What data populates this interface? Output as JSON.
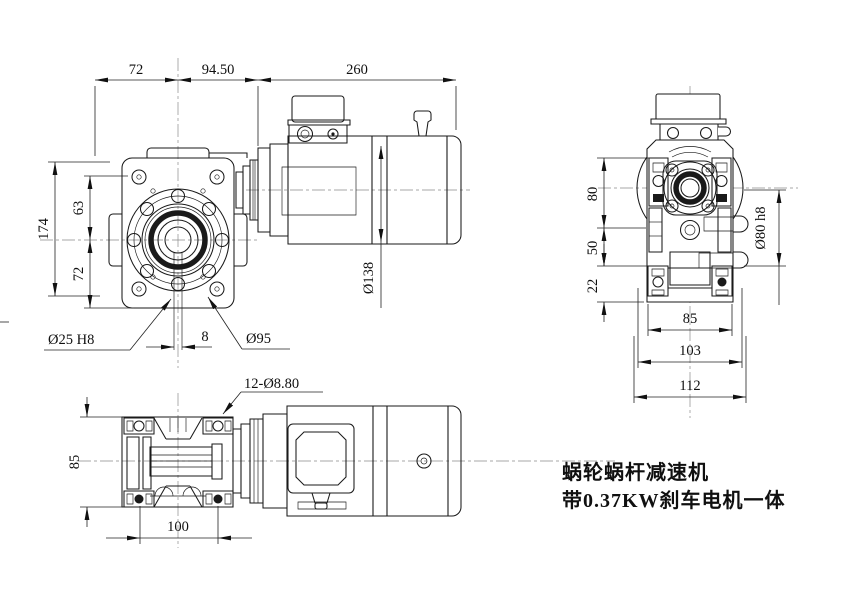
{
  "front": {
    "w72": "72",
    "w9450": "94.50",
    "w260": "260",
    "h174": "174",
    "h63": "63",
    "h72": "72",
    "bore": "Ø25 H8",
    "key": "8",
    "flange": "Ø95",
    "motor_dia": "Ø138"
  },
  "end": {
    "h80": "80",
    "h50": "50",
    "h22": "22",
    "shaft": "Ø80 h8",
    "w85": "85",
    "w103": "103",
    "w112": "112"
  },
  "top": {
    "holes": "12-Ø8.80",
    "h85": "85",
    "w100": "100"
  },
  "note": {
    "line1": "蜗轮蜗杆减速机",
    "line2": "带0.37KW刹车电机一体"
  }
}
